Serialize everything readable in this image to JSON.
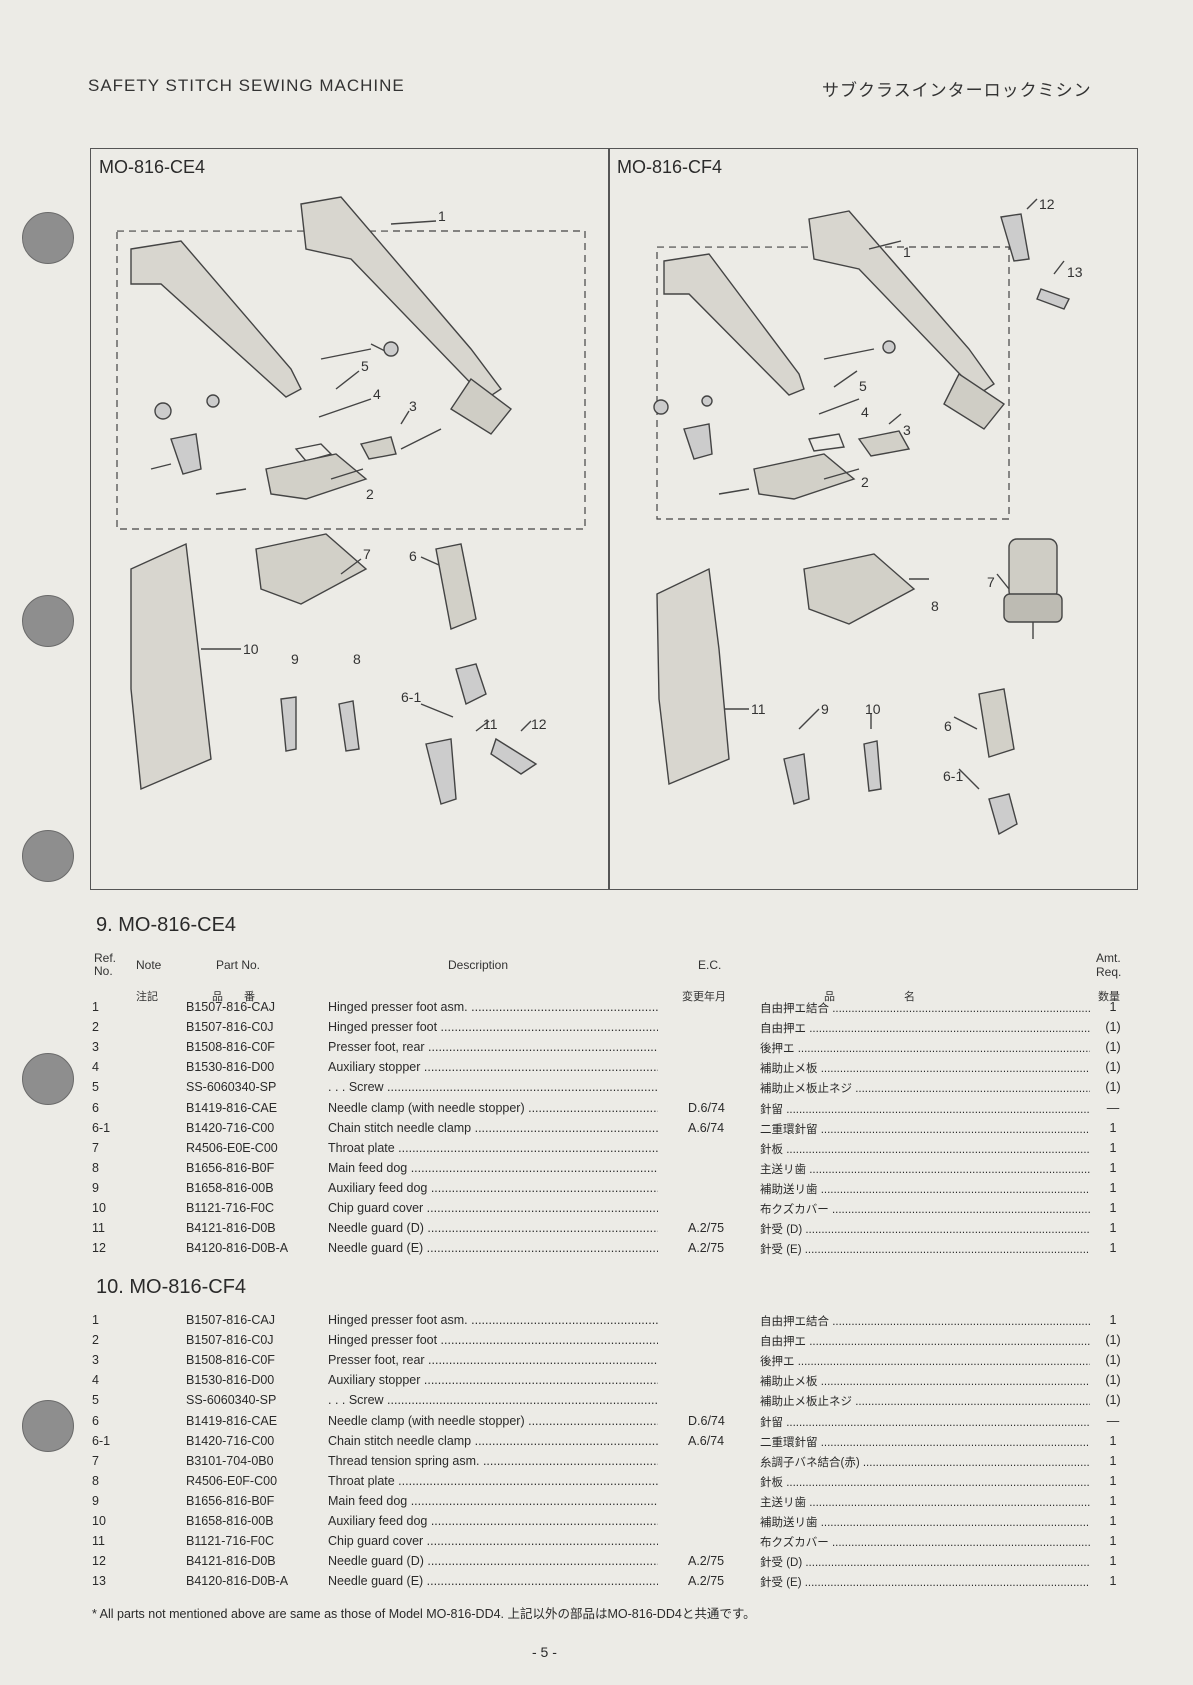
{
  "header": {
    "left_title": "SAFETY STITCH SEWING MACHINE",
    "right_title": "サブクラスインターロックミシン"
  },
  "figures": {
    "left_model": "MO-816-CE4",
    "right_model": "MO-816-CF4",
    "left_callouts": [
      "1",
      "5",
      "4",
      "3",
      "2",
      "7",
      "6",
      "10",
      "9",
      "8",
      "6-1",
      "11",
      "12"
    ],
    "right_callouts": [
      "12",
      "13",
      "1",
      "5",
      "4",
      "3",
      "2",
      "7",
      "8",
      "11",
      "9",
      "10",
      "6",
      "6-1"
    ]
  },
  "columns": {
    "ref_no": "Ref. No.",
    "note": "Note",
    "part_no": "Part No.",
    "description": "Description",
    "ec": "E.C.",
    "amt_req": "Amt. Req.",
    "jp_note": "注記",
    "jp_part_1": "品",
    "jp_part_2": "番",
    "jp_ec": "変更年月",
    "jp_name_1": "品",
    "jp_name_2": "名",
    "jp_amt": "数量"
  },
  "sections": [
    {
      "title": "9.  MO-816-CE4",
      "rows": [
        {
          "ref": "1",
          "part": "B1507-816-CAJ",
          "desc": "Hinged presser foot asm.",
          "ec": "",
          "jp": "自由押エ結合",
          "amt": "1"
        },
        {
          "ref": "2",
          "part": "B1507-816-C0J",
          "desc": "Hinged presser foot",
          "ec": "",
          "jp": "自由押エ",
          "amt": "(1)"
        },
        {
          "ref": "3",
          "part": "B1508-816-C0F",
          "desc": "Presser foot, rear",
          "ec": "",
          "jp": "後押エ",
          "amt": "(1)"
        },
        {
          "ref": "4",
          "part": "B1530-816-D00",
          "desc": "Auxiliary stopper",
          "ec": "",
          "jp": "補助止メ板",
          "amt": "(1)"
        },
        {
          "ref": "5",
          "part": "SS-6060340-SP",
          "desc": ". . . Screw",
          "ec": "",
          "jp": "補助止メ板止ネジ",
          "amt": "(1)"
        },
        {
          "ref": "6",
          "part": "B1419-816-CAE",
          "desc": "Needle clamp (with needle stopper)",
          "ec": "D.6/74",
          "jp": "針留",
          "amt": "—"
        },
        {
          "ref": "6-1",
          "part": "B1420-716-C00",
          "desc": "Chain stitch needle clamp",
          "ec": "A.6/74",
          "jp": "二重環針留",
          "amt": "1"
        },
        {
          "ref": "7",
          "part": "R4506-E0E-C00",
          "desc": "Throat plate",
          "ec": "",
          "jp": "針板",
          "amt": "1"
        },
        {
          "ref": "8",
          "part": "B1656-816-B0F",
          "desc": "Main feed dog",
          "ec": "",
          "jp": "主送リ歯",
          "amt": "1"
        },
        {
          "ref": "9",
          "part": "B1658-816-00B",
          "desc": "Auxiliary feed dog",
          "ec": "",
          "jp": "補助送リ歯",
          "amt": "1"
        },
        {
          "ref": "10",
          "part": "B1121-716-F0C",
          "desc": "Chip guard cover",
          "ec": "",
          "jp": "布クズカバー",
          "amt": "1"
        },
        {
          "ref": "11",
          "part": "B4121-816-D0B",
          "desc": "Needle guard (D)",
          "ec": "A.2/75",
          "jp": "針受 (D)",
          "amt": "1"
        },
        {
          "ref": "12",
          "part": "B4120-816-D0B-A",
          "desc": "Needle guard (E)",
          "ec": "A.2/75",
          "jp": "針受 (E)",
          "amt": "1"
        }
      ]
    },
    {
      "title": "10.  MO-816-CF4",
      "rows": [
        {
          "ref": "1",
          "part": "B1507-816-CAJ",
          "desc": "Hinged presser foot asm.",
          "ec": "",
          "jp": "自由押エ結合",
          "amt": "1"
        },
        {
          "ref": "2",
          "part": "B1507-816-C0J",
          "desc": "Hinged presser foot",
          "ec": "",
          "jp": "自由押エ",
          "amt": "(1)"
        },
        {
          "ref": "3",
          "part": "B1508-816-C0F",
          "desc": "Presser foot, rear",
          "ec": "",
          "jp": "後押エ",
          "amt": "(1)"
        },
        {
          "ref": "4",
          "part": "B1530-816-D00",
          "desc": "Auxiliary stopper",
          "ec": "",
          "jp": "補助止メ板",
          "amt": "(1)"
        },
        {
          "ref": "5",
          "part": "SS-6060340-SP",
          "desc": ". . . Screw",
          "ec": "",
          "jp": "補助止メ板止ネジ",
          "amt": "(1)"
        },
        {
          "ref": "6",
          "part": "B1419-816-CAE",
          "desc": "Needle clamp (with needle stopper)",
          "ec": "D.6/74",
          "jp": "針留",
          "amt": "—"
        },
        {
          "ref": "6-1",
          "part": "B1420-716-C00",
          "desc": "Chain stitch needle clamp",
          "ec": "A.6/74",
          "jp": "二重環針留",
          "amt": "1"
        },
        {
          "ref": "7",
          "part": "B3101-704-0B0",
          "desc": "Thread tension spring asm.",
          "ec": "",
          "jp": "糸調子バネ結合(赤)",
          "amt": "1"
        },
        {
          "ref": "8",
          "part": "R4506-E0F-C00",
          "desc": "Throat plate",
          "ec": "",
          "jp": "針板",
          "amt": "1"
        },
        {
          "ref": "9",
          "part": "B1656-816-B0F",
          "desc": "Main feed dog",
          "ec": "",
          "jp": "主送リ歯",
          "amt": "1"
        },
        {
          "ref": "10",
          "part": "B1658-816-00B",
          "desc": "Auxiliary feed dog",
          "ec": "",
          "jp": "補助送リ歯",
          "amt": "1"
        },
        {
          "ref": "11",
          "part": "B1121-716-F0C",
          "desc": "Chip guard cover",
          "ec": "",
          "jp": "布クズカバー",
          "amt": "1"
        },
        {
          "ref": "12",
          "part": "B4121-816-D0B",
          "desc": "Needle guard (D)",
          "ec": "A.2/75",
          "jp": "針受 (D)",
          "amt": "1"
        },
        {
          "ref": "13",
          "part": "B4120-816-D0B-A",
          "desc": "Needle guard (E)",
          "ec": "A.2/75",
          "jp": "針受 (E)",
          "amt": "1"
        }
      ]
    }
  ],
  "footnote": "* All parts not mentioned above are same as those of Model MO-816-DD4.  上記以外の部品はMO-816-DD4と共通です。",
  "page_number": "- 5 -"
}
